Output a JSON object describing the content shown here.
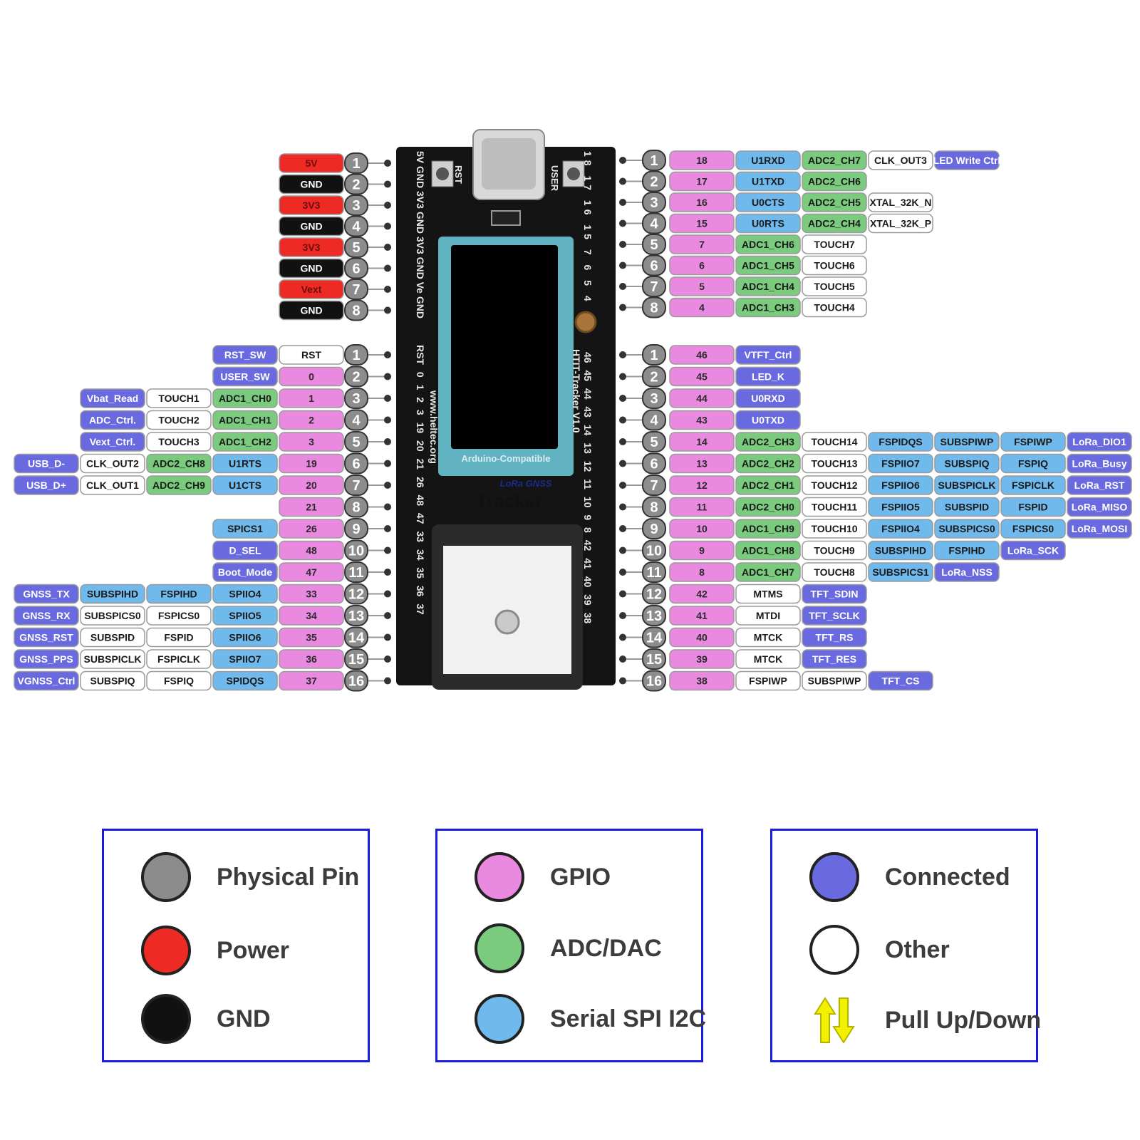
{
  "colors": {
    "physical": "#8c8c8c",
    "power": "#ee2a24",
    "gnd": "#111111",
    "gpio": "#e98ae0",
    "adc": "#7bcb7f",
    "serial": "#6fb9ec",
    "connected": "#6a6ae0",
    "other": "#ffffff",
    "pull": "#f2f200"
  },
  "board": {
    "silk_left_header": "5V GND 3V3 GND 3V3 GND Ve GND",
    "silk_right_header": "18 17 16 15 7 6 5 4",
    "rst_button_label": "RST",
    "user_button_label": "USER",
    "display_caption": "Arduino-Compatible",
    "brand_small": "LoRa GNSS",
    "brand_big": "Tracker",
    "vertical_left": "RST 0 1 2 3 19 20 21 26 48 47 33 34 35 36 37",
    "vertical_url": "www.heltec.org",
    "vertical_model": "HTIT-Tracker V1.0",
    "vertical_right": "46 45 44 43 14 13 12 11 10 9 8 42 41 40 39 38"
  },
  "headers": {
    "left_top": [
      {
        "pin": "1",
        "labels": [
          {
            "t": "5V",
            "c": "power"
          }
        ]
      },
      {
        "pin": "2",
        "labels": [
          {
            "t": "GND",
            "c": "gnd"
          }
        ]
      },
      {
        "pin": "3",
        "labels": [
          {
            "t": "3V3",
            "c": "power"
          }
        ]
      },
      {
        "pin": "4",
        "labels": [
          {
            "t": "GND",
            "c": "gnd"
          }
        ]
      },
      {
        "pin": "5",
        "labels": [
          {
            "t": "3V3",
            "c": "power"
          }
        ]
      },
      {
        "pin": "6",
        "labels": [
          {
            "t": "GND",
            "c": "gnd"
          }
        ]
      },
      {
        "pin": "7",
        "labels": [
          {
            "t": "Vext",
            "c": "power"
          }
        ]
      },
      {
        "pin": "8",
        "labels": [
          {
            "t": "GND",
            "c": "gnd"
          }
        ]
      }
    ],
    "right_top": [
      {
        "pin": "1",
        "labels": [
          {
            "t": "18",
            "c": "gpio"
          },
          {
            "t": "U1RXD",
            "c": "serial"
          },
          {
            "t": "ADC2_CH7",
            "c": "adc"
          },
          {
            "t": "CLK_OUT3",
            "c": "other"
          },
          {
            "t": "LED Write Ctrl",
            "c": "connected"
          }
        ]
      },
      {
        "pin": "2",
        "labels": [
          {
            "t": "17",
            "c": "gpio"
          },
          {
            "t": "U1TXD",
            "c": "serial"
          },
          {
            "t": "ADC2_CH6",
            "c": "adc"
          }
        ]
      },
      {
        "pin": "3",
        "labels": [
          {
            "t": "16",
            "c": "gpio"
          },
          {
            "t": "U0CTS",
            "c": "serial"
          },
          {
            "t": "ADC2_CH5",
            "c": "adc"
          },
          {
            "t": "XTAL_32K_N",
            "c": "other"
          }
        ]
      },
      {
        "pin": "4",
        "labels": [
          {
            "t": "15",
            "c": "gpio"
          },
          {
            "t": "U0RTS",
            "c": "serial"
          },
          {
            "t": "ADC2_CH4",
            "c": "adc"
          },
          {
            "t": "XTAL_32K_P",
            "c": "other"
          }
        ]
      },
      {
        "pin": "5",
        "labels": [
          {
            "t": "7",
            "c": "gpio"
          },
          {
            "t": "ADC1_CH6",
            "c": "adc"
          },
          {
            "t": "TOUCH7",
            "c": "other"
          }
        ]
      },
      {
        "pin": "6",
        "labels": [
          {
            "t": "6",
            "c": "gpio"
          },
          {
            "t": "ADC1_CH5",
            "c": "adc"
          },
          {
            "t": "TOUCH6",
            "c": "other"
          }
        ]
      },
      {
        "pin": "7",
        "labels": [
          {
            "t": "5",
            "c": "gpio"
          },
          {
            "t": "ADC1_CH4",
            "c": "adc"
          },
          {
            "t": "TOUCH5",
            "c": "other"
          }
        ]
      },
      {
        "pin": "8",
        "labels": [
          {
            "t": "4",
            "c": "gpio"
          },
          {
            "t": "ADC1_CH3",
            "c": "adc"
          },
          {
            "t": "TOUCH4",
            "c": "other"
          }
        ]
      }
    ],
    "left_bottom": [
      {
        "pin": "1",
        "labels": [
          {
            "t": "RST",
            "c": "other"
          },
          {
            "t": "RST_SW",
            "c": "connected"
          }
        ]
      },
      {
        "pin": "2",
        "labels": [
          {
            "t": "0",
            "c": "gpio"
          },
          {
            "t": "USER_SW",
            "c": "connected"
          }
        ]
      },
      {
        "pin": "3",
        "labels": [
          {
            "t": "1",
            "c": "gpio"
          },
          {
            "t": "ADC1_CH0",
            "c": "adc"
          },
          {
            "t": "TOUCH1",
            "c": "other"
          },
          {
            "t": "Vbat_Read",
            "c": "connected"
          }
        ]
      },
      {
        "pin": "4",
        "labels": [
          {
            "t": "2",
            "c": "gpio"
          },
          {
            "t": "ADC1_CH1",
            "c": "adc"
          },
          {
            "t": "TOUCH2",
            "c": "other"
          },
          {
            "t": "ADC_Ctrl.",
            "c": "connected"
          }
        ]
      },
      {
        "pin": "5",
        "labels": [
          {
            "t": "3",
            "c": "gpio"
          },
          {
            "t": "ADC1_CH2",
            "c": "adc"
          },
          {
            "t": "TOUCH3",
            "c": "other"
          },
          {
            "t": "Vext_Ctrl.",
            "c": "connected"
          }
        ]
      },
      {
        "pin": "6",
        "labels": [
          {
            "t": "19",
            "c": "gpio"
          },
          {
            "t": "U1RTS",
            "c": "serial"
          },
          {
            "t": "ADC2_CH8",
            "c": "adc"
          },
          {
            "t": "CLK_OUT2",
            "c": "other"
          },
          {
            "t": "USB_D-",
            "c": "connected"
          }
        ]
      },
      {
        "pin": "7",
        "labels": [
          {
            "t": "20",
            "c": "gpio"
          },
          {
            "t": "U1CTS",
            "c": "serial"
          },
          {
            "t": "ADC2_CH9",
            "c": "adc"
          },
          {
            "t": "CLK_OUT1",
            "c": "other"
          },
          {
            "t": "USB_D+",
            "c": "connected"
          }
        ]
      },
      {
        "pin": "8",
        "labels": [
          {
            "t": "21",
            "c": "gpio"
          }
        ]
      },
      {
        "pin": "9",
        "labels": [
          {
            "t": "26",
            "c": "gpio"
          },
          {
            "t": "SPICS1",
            "c": "serial"
          }
        ]
      },
      {
        "pin": "10",
        "labels": [
          {
            "t": "48",
            "c": "gpio"
          },
          {
            "t": "D_SEL",
            "c": "connected"
          }
        ]
      },
      {
        "pin": "11",
        "labels": [
          {
            "t": "47",
            "c": "gpio"
          },
          {
            "t": "Boot_Mode",
            "c": "connected"
          }
        ]
      },
      {
        "pin": "12",
        "labels": [
          {
            "t": "33",
            "c": "gpio"
          },
          {
            "t": "SPIIO4",
            "c": "serial"
          },
          {
            "t": "FSPIHD",
            "c": "serial"
          },
          {
            "t": "SUBSPIHD",
            "c": "serial"
          },
          {
            "t": "GNSS_TX",
            "c": "connected"
          }
        ]
      },
      {
        "pin": "13",
        "labels": [
          {
            "t": "34",
            "c": "gpio"
          },
          {
            "t": "SPIIO5",
            "c": "serial"
          },
          {
            "t": "FSPICS0",
            "c": "other"
          },
          {
            "t": "SUBSPICS0",
            "c": "other"
          },
          {
            "t": "GNSS_RX",
            "c": "connected"
          }
        ]
      },
      {
        "pin": "14",
        "labels": [
          {
            "t": "35",
            "c": "gpio"
          },
          {
            "t": "SPIIO6",
            "c": "serial"
          },
          {
            "t": "FSPID",
            "c": "other"
          },
          {
            "t": "SUBSPID",
            "c": "other"
          },
          {
            "t": "GNSS_RST",
            "c": "connected"
          }
        ]
      },
      {
        "pin": "15",
        "labels": [
          {
            "t": "36",
            "c": "gpio"
          },
          {
            "t": "SPIIO7",
            "c": "serial"
          },
          {
            "t": "FSPICLK",
            "c": "other"
          },
          {
            "t": "SUBSPICLK",
            "c": "other"
          },
          {
            "t": "GNSS_PPS",
            "c": "connected"
          }
        ]
      },
      {
        "pin": "16",
        "labels": [
          {
            "t": "37",
            "c": "gpio"
          },
          {
            "t": "SPIDQS",
            "c": "serial"
          },
          {
            "t": "FSPIQ",
            "c": "other"
          },
          {
            "t": "SUBSPIQ",
            "c": "other"
          },
          {
            "t": "VGNSS_Ctrl",
            "c": "connected"
          }
        ]
      }
    ],
    "right_bottom": [
      {
        "pin": "1",
        "labels": [
          {
            "t": "46",
            "c": "gpio"
          },
          {
            "t": "VTFT_Ctrl",
            "c": "connected"
          }
        ]
      },
      {
        "pin": "2",
        "labels": [
          {
            "t": "45",
            "c": "gpio"
          },
          {
            "t": "LED_K",
            "c": "connected"
          }
        ]
      },
      {
        "pin": "3",
        "labels": [
          {
            "t": "44",
            "c": "gpio"
          },
          {
            "t": "U0RXD",
            "c": "connected"
          }
        ]
      },
      {
        "pin": "4",
        "labels": [
          {
            "t": "43",
            "c": "gpio"
          },
          {
            "t": "U0TXD",
            "c": "connected"
          }
        ]
      },
      {
        "pin": "5",
        "labels": [
          {
            "t": "14",
            "c": "gpio"
          },
          {
            "t": "ADC2_CH3",
            "c": "adc"
          },
          {
            "t": "TOUCH14",
            "c": "other"
          },
          {
            "t": "FSPIDQS",
            "c": "serial"
          },
          {
            "t": "SUBSPIWP",
            "c": "serial"
          },
          {
            "t": "FSPIWP",
            "c": "serial"
          },
          {
            "t": "LoRa_DIO1",
            "c": "connected"
          }
        ]
      },
      {
        "pin": "6",
        "labels": [
          {
            "t": "13",
            "c": "gpio"
          },
          {
            "t": "ADC2_CH2",
            "c": "adc"
          },
          {
            "t": "TOUCH13",
            "c": "other"
          },
          {
            "t": "FSPIIO7",
            "c": "serial"
          },
          {
            "t": "SUBSPIQ",
            "c": "serial"
          },
          {
            "t": "FSPIQ",
            "c": "serial"
          },
          {
            "t": "LoRa_Busy",
            "c": "connected"
          }
        ]
      },
      {
        "pin": "7",
        "labels": [
          {
            "t": "12",
            "c": "gpio"
          },
          {
            "t": "ADC2_CH1",
            "c": "adc"
          },
          {
            "t": "TOUCH12",
            "c": "other"
          },
          {
            "t": "FSPIIO6",
            "c": "serial"
          },
          {
            "t": "SUBSPICLK",
            "c": "serial"
          },
          {
            "t": "FSPICLK",
            "c": "serial"
          },
          {
            "t": "LoRa_RST",
            "c": "connected"
          }
        ]
      },
      {
        "pin": "8",
        "labels": [
          {
            "t": "11",
            "c": "gpio"
          },
          {
            "t": "ADC2_CH0",
            "c": "adc"
          },
          {
            "t": "TOUCH11",
            "c": "other"
          },
          {
            "t": "FSPIIO5",
            "c": "serial"
          },
          {
            "t": "SUBSPID",
            "c": "serial"
          },
          {
            "t": "FSPID",
            "c": "serial"
          },
          {
            "t": "LoRa_MISO",
            "c": "connected"
          }
        ]
      },
      {
        "pin": "9",
        "labels": [
          {
            "t": "10",
            "c": "gpio"
          },
          {
            "t": "ADC1_CH9",
            "c": "adc"
          },
          {
            "t": "TOUCH10",
            "c": "other"
          },
          {
            "t": "FSPIIO4",
            "c": "serial"
          },
          {
            "t": "SUBSPICS0",
            "c": "serial"
          },
          {
            "t": "FSPICS0",
            "c": "serial"
          },
          {
            "t": "LoRa_MOSI",
            "c": "connected"
          }
        ]
      },
      {
        "pin": "10",
        "labels": [
          {
            "t": "9",
            "c": "gpio"
          },
          {
            "t": "ADC1_CH8",
            "c": "adc"
          },
          {
            "t": "TOUCH9",
            "c": "other"
          },
          {
            "t": "SUBSPIHD",
            "c": "serial"
          },
          {
            "t": "FSPIHD",
            "c": "serial"
          },
          {
            "t": "LoRa_SCK",
            "c": "connected"
          }
        ]
      },
      {
        "pin": "11",
        "labels": [
          {
            "t": "8",
            "c": "gpio"
          },
          {
            "t": "ADC1_CH7",
            "c": "adc"
          },
          {
            "t": "TOUCH8",
            "c": "other"
          },
          {
            "t": "SUBSPICS1",
            "c": "serial"
          },
          {
            "t": "LoRa_NSS",
            "c": "connected"
          }
        ]
      },
      {
        "pin": "12",
        "labels": [
          {
            "t": "42",
            "c": "gpio"
          },
          {
            "t": "MTMS",
            "c": "other"
          },
          {
            "t": "TFT_SDIN",
            "c": "connected"
          }
        ]
      },
      {
        "pin": "13",
        "labels": [
          {
            "t": "41",
            "c": "gpio"
          },
          {
            "t": "MTDI",
            "c": "other"
          },
          {
            "t": "TFT_SCLK",
            "c": "connected"
          }
        ]
      },
      {
        "pin": "14",
        "labels": [
          {
            "t": "40",
            "c": "gpio"
          },
          {
            "t": "MTCK",
            "c": "other"
          },
          {
            "t": "TFT_RS",
            "c": "connected"
          }
        ]
      },
      {
        "pin": "15",
        "labels": [
          {
            "t": "39",
            "c": "gpio"
          },
          {
            "t": "MTCK",
            "c": "other"
          },
          {
            "t": "TFT_RES",
            "c": "connected"
          }
        ]
      },
      {
        "pin": "16",
        "labels": [
          {
            "t": "38",
            "c": "gpio"
          },
          {
            "t": "FSPIWP",
            "c": "other"
          },
          {
            "t": "SUBSPIWP",
            "c": "other"
          },
          {
            "t": "TFT_CS",
            "c": "connected"
          }
        ]
      }
    ]
  },
  "legend": {
    "physical": "Physical Pin",
    "power": "Power",
    "gnd": "GND",
    "gpio": "GPIO",
    "adc": "ADC/DAC",
    "serial": "Serial SPI I2C",
    "connected": "Connected",
    "other": "Other",
    "pull": "Pull Up/Down"
  }
}
